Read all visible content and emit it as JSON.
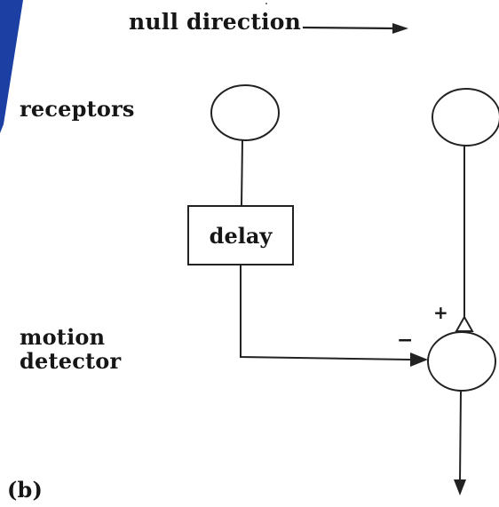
{
  "diagram": {
    "title": "null direction",
    "receptors_label": "receptors",
    "motion_detector_label": [
      "motion",
      "detector"
    ],
    "delay_label": "delay",
    "plus_sign": "+",
    "minus_sign": "−",
    "panel_label": "(b)"
  },
  "colors": {
    "ink": "#161616",
    "line": "#222222",
    "edge_blue": "#1b3fa3"
  }
}
